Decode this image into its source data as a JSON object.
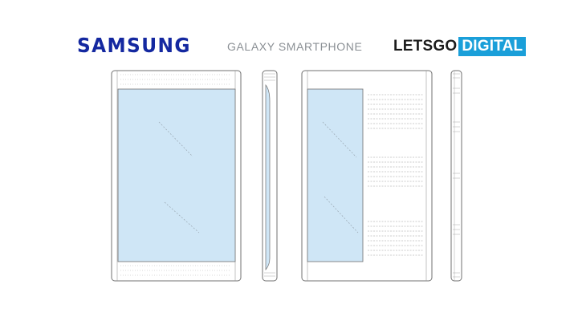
{
  "header": {
    "brand_logo_text": "SAMSUNG",
    "caption": "GALAXY SMARTPHONE",
    "publisher_logo_part1": "LETSGO",
    "publisher_logo_part2": "DIGITAL"
  },
  "colors": {
    "brand_blue": "#1428a0",
    "publisher_blue": "#1a9fd9",
    "screen_fill": "#cfe6f6",
    "line": "#707070",
    "caption_gray": "#8a8f94"
  },
  "figures": [
    "front-view",
    "left-side-view",
    "rear-view",
    "right-side-view"
  ]
}
